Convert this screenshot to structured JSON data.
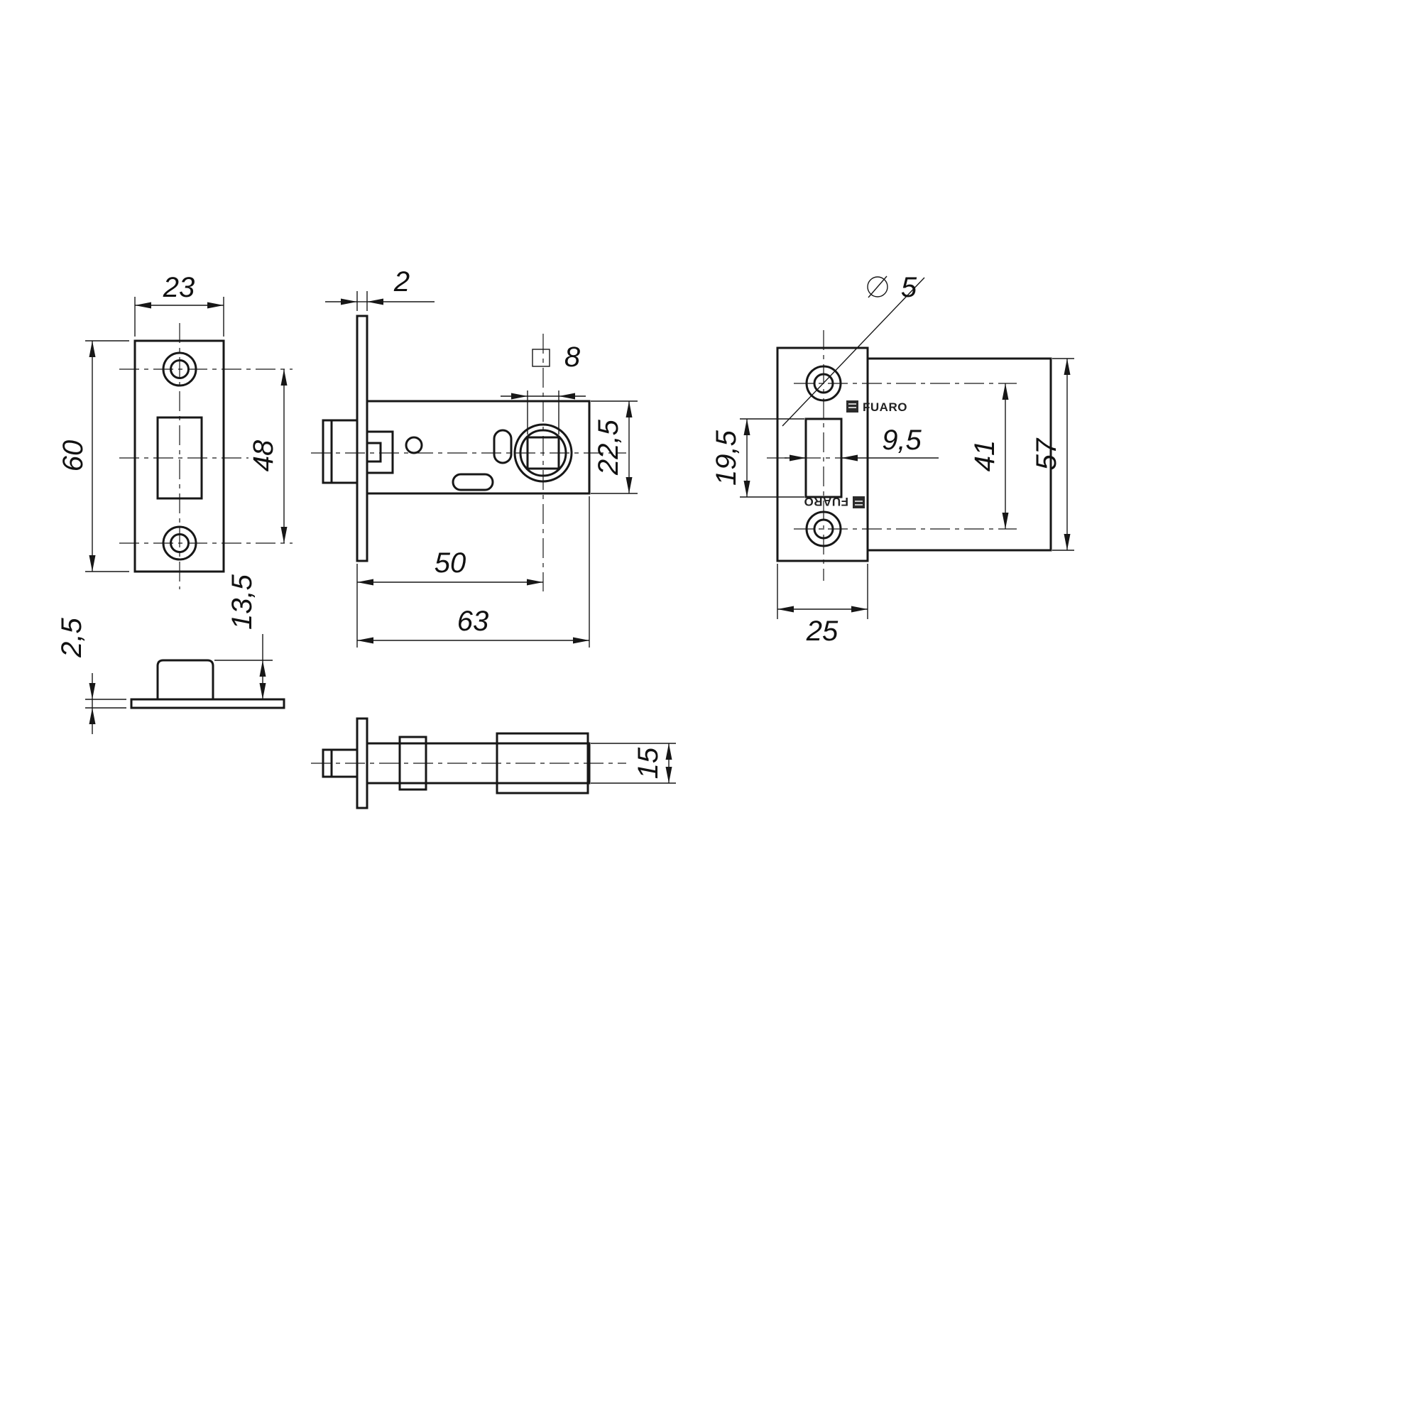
{
  "drawing": {
    "brand": "FUARO",
    "dims": {
      "strike_width": "23",
      "strike_height": "60",
      "strike_hole_spacing": "48",
      "strike_thickness": "2,5",
      "bolt_protrusion": "13,5",
      "faceplate_thickness": "2",
      "spindle_square": "8",
      "case_height_side": "22,5",
      "backset": "50",
      "case_depth": "63",
      "case_width": "15",
      "screw_hole_dia": "5",
      "window_height": "19,5",
      "window_width": "9,5",
      "faceplate_hole_spacing": "41",
      "case_height_front": "57",
      "faceplate_width": "25"
    }
  }
}
